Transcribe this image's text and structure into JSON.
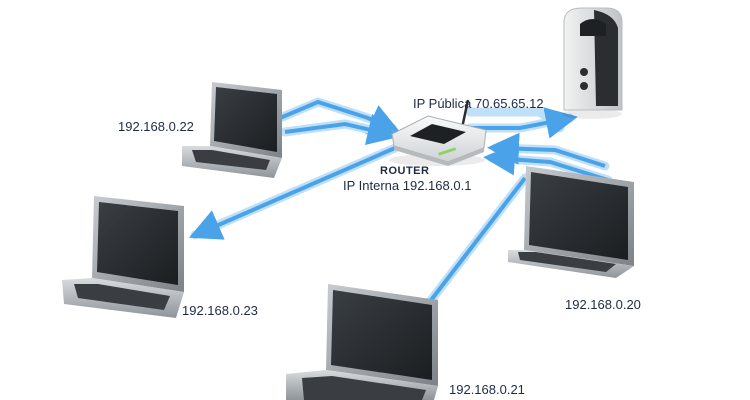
{
  "router": {
    "name": "ROUTER",
    "internal_ip": "IP Interna 192.168.0.1",
    "public_ip": "IP Pública 70.65.65.12"
  },
  "hosts": [
    {
      "ip": "192.168.0.22"
    },
    {
      "ip": "192.168.0.23"
    },
    {
      "ip": "192.168.0.21"
    },
    {
      "ip": "192.168.0.20"
    }
  ],
  "icons": {
    "router": "router-icon",
    "internet": "internet-server-icon",
    "laptop": "laptop-icon"
  },
  "colors": {
    "link": "#4aa3e8",
    "link_glow": "#bfe0f7",
    "device_body": "#9aa0a6",
    "screen": "#2b2f33",
    "label": "#1f2a44"
  }
}
